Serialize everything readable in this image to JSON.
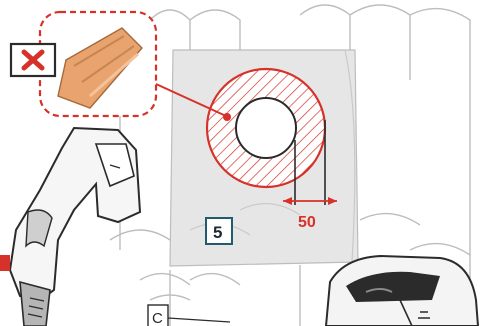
{
  "step_number": "5",
  "dimension_label": "50",
  "corner_label": "C",
  "colors": {
    "accent_red": "#d6322a",
    "panel_gray": "#e6e6e6",
    "outline": "#2b2b2b",
    "tile_orange": "#e8a36e",
    "step_box_border": "#1f5d6e"
  },
  "icons": [
    "cross-icon",
    "roof-tile-icon",
    "drill-icon",
    "jigsaw-icon"
  ]
}
